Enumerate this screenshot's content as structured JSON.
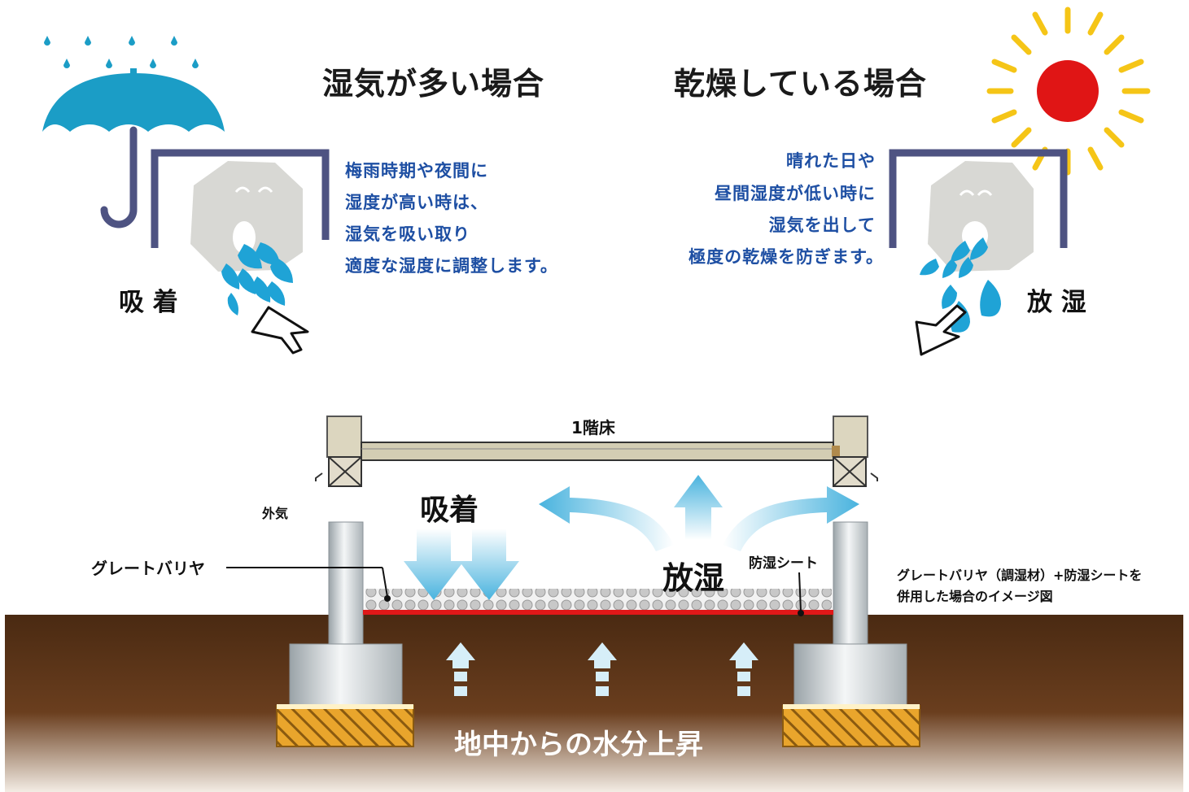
{
  "top": {
    "humid": {
      "title": "湿気が多い場合",
      "lines": [
        "梅雨時期や夜間に",
        "湿度が高い時は、",
        "湿気を吸い取り",
        "適度な湿度に調整します。"
      ],
      "label": "吸 着"
    },
    "dry": {
      "title": "乾燥している場合",
      "lines": [
        "晴れた日や",
        "昼間湿度が低い時に",
        "湿気を出して",
        "極度の乾燥を防ぎます。"
      ],
      "label": "放 湿"
    }
  },
  "bottom": {
    "floor_label": "1階床",
    "outside_air": "外気",
    "absorb": "吸着",
    "release": "放湿",
    "barrier_label": "グレートバリヤ",
    "sheet_label": "防湿シート",
    "caption_lines": [
      "グレートバリヤ（調湿材）+防湿シートを",
      "併用した場合のイメージ図"
    ],
    "ground_caption": "地中からの水分上昇"
  },
  "colors": {
    "text_blue": "#1e4fa3",
    "water_blue": "#1fa3d6",
    "umbrella_teal": "#1b9dc6",
    "sun_red": "#e01515",
    "sun_ray": "#f5c517",
    "frame_navy": "#4e5382",
    "soil_brown": "#5a3318",
    "sheet_red": "#e01818",
    "footing_orange": "#e9a52c"
  }
}
